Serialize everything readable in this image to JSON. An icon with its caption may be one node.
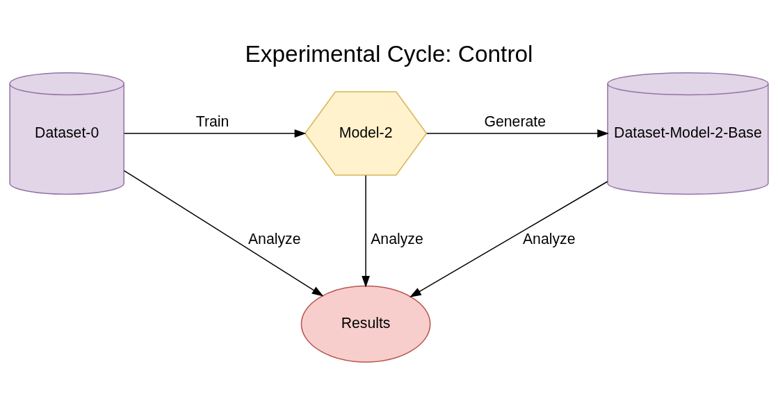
{
  "diagram": {
    "title": "Experimental Cycle: Control",
    "nodes": [
      {
        "text": [
          "Dataset-0"
        ]
      },
      {
        "text": [
          "Model-2"
        ]
      },
      {
        "text": [
          "Dataset-Model-2-Base"
        ]
      },
      {
        "text": [
          "Results"
        ]
      }
    ],
    "edges": [
      {
        "from": 0,
        "to": 1,
        "arrow": "to",
        "label": "Train"
      },
      {
        "from": 1,
        "to": 2,
        "arrow": "to",
        "label": "Generate"
      },
      {
        "from": 1,
        "to": 3,
        "arrow": "to",
        "label": "Analyze"
      },
      {
        "from": 0,
        "to": 3,
        "arrow": "to",
        "label": "Analyze"
      },
      {
        "from": 2,
        "to": 3,
        "arrow": "to",
        "label": "Analyze"
      }
    ]
  }
}
